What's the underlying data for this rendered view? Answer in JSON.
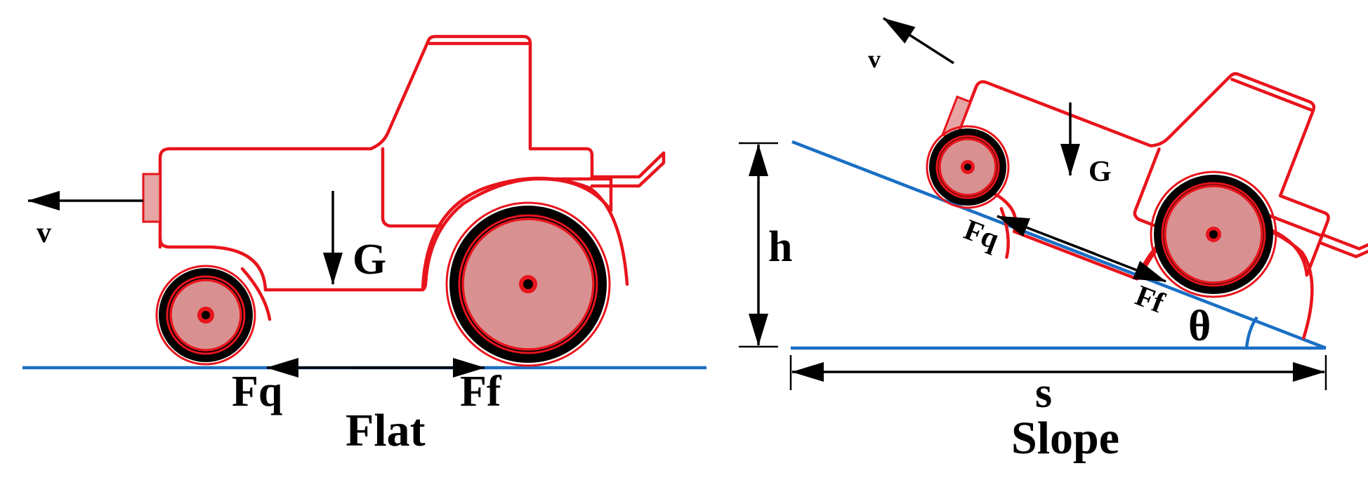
{
  "flat": {
    "title": "Flat",
    "velocity_label": "v",
    "gravity_label": "G",
    "traction_label": "Fq",
    "friction_label": "Ff"
  },
  "slope": {
    "title": "Slope",
    "velocity_label": "v",
    "gravity_label": "G",
    "traction_label": "Fq",
    "friction_label": "Ff",
    "height_label": "h",
    "base_label": "s",
    "angle_label": "θ"
  },
  "colors": {
    "vehicle_outline": "#e8141c",
    "wheel_hub": "#d89090",
    "ground": "#1a6fc4",
    "force_arrow": "#000000"
  }
}
